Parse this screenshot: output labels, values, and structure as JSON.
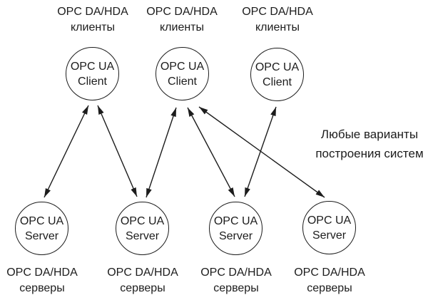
{
  "diagram": {
    "background_color": "#ffffff",
    "stroke_color": "#1c1c1c",
    "text_color": "#1c1c1c",
    "clients": [
      {
        "id": "client-1",
        "node_lines": [
          "OPC UA",
          "Client"
        ],
        "group_label_lines": [
          "OPC DA/HDA",
          "клиенты"
        ]
      },
      {
        "id": "client-2",
        "node_lines": [
          "OPC UA",
          "Client"
        ],
        "group_label_lines": [
          "OPC DA/HDA",
          "клиенты"
        ]
      },
      {
        "id": "client-3",
        "node_lines": [
          "OPC UA",
          "Client"
        ],
        "group_label_lines": [
          "OPC DA/HDA",
          "клиенты"
        ]
      }
    ],
    "servers": [
      {
        "id": "server-1",
        "node_lines": [
          "OPC UA",
          "Server"
        ],
        "group_label_lines": [
          "OPC DA/HDA",
          "серверы"
        ]
      },
      {
        "id": "server-2",
        "node_lines": [
          "OPC UA",
          "Server"
        ],
        "group_label_lines": [
          "OPC DA/HDA",
          "серверы"
        ]
      },
      {
        "id": "server-3",
        "node_lines": [
          "OPC UA",
          "Server"
        ],
        "group_label_lines": [
          "OPC DA/HDA",
          "серверы"
        ]
      },
      {
        "id": "server-4",
        "node_lines": [
          "OPC UA",
          "Server"
        ],
        "group_label_lines": [
          "OPC DA/HDA",
          "серверы"
        ]
      }
    ],
    "connections": [
      {
        "from": "client-1",
        "to": "server-1",
        "bidirectional": true
      },
      {
        "from": "client-1",
        "to": "server-2",
        "bidirectional": true
      },
      {
        "from": "client-2",
        "to": "server-2",
        "bidirectional": true
      },
      {
        "from": "client-2",
        "to": "server-3",
        "bidirectional": true
      },
      {
        "from": "client-2",
        "to": "server-4",
        "bidirectional": true
      },
      {
        "from": "client-3",
        "to": "server-3",
        "bidirectional": true
      }
    ],
    "side_note_lines": [
      "Любые варианты",
      "построения систем"
    ]
  }
}
